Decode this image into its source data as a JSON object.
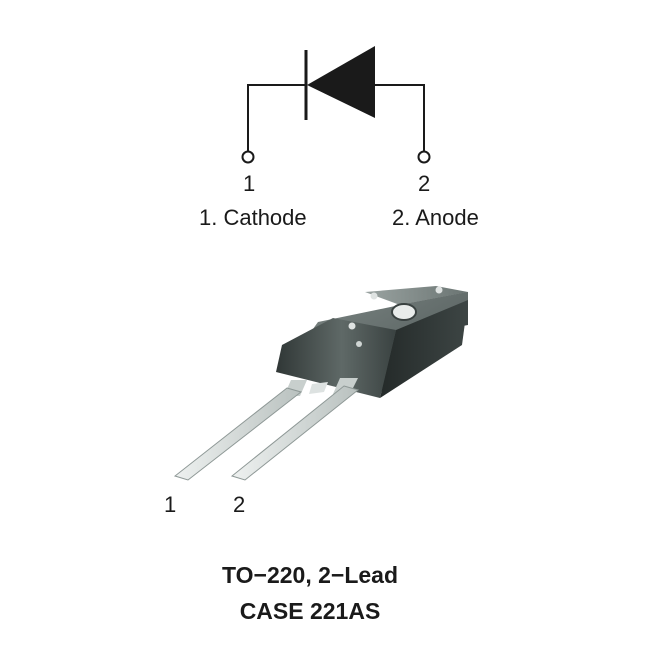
{
  "schematic": {
    "pin1_number": "1",
    "pin2_number": "2",
    "pin1_label": "1. Cathode",
    "pin2_label": "2. Anode"
  },
  "package": {
    "lead1_number": "1",
    "lead2_number": "2",
    "caption_line1": "TO−220, 2−Lead",
    "caption_line2": "CASE 221AS"
  },
  "colors": {
    "line": "#1a1a1a",
    "body_dark": "#2b3130",
    "body_mid": "#5f6967",
    "tab_light": "#8c9593",
    "lead": "#d6dcda"
  }
}
